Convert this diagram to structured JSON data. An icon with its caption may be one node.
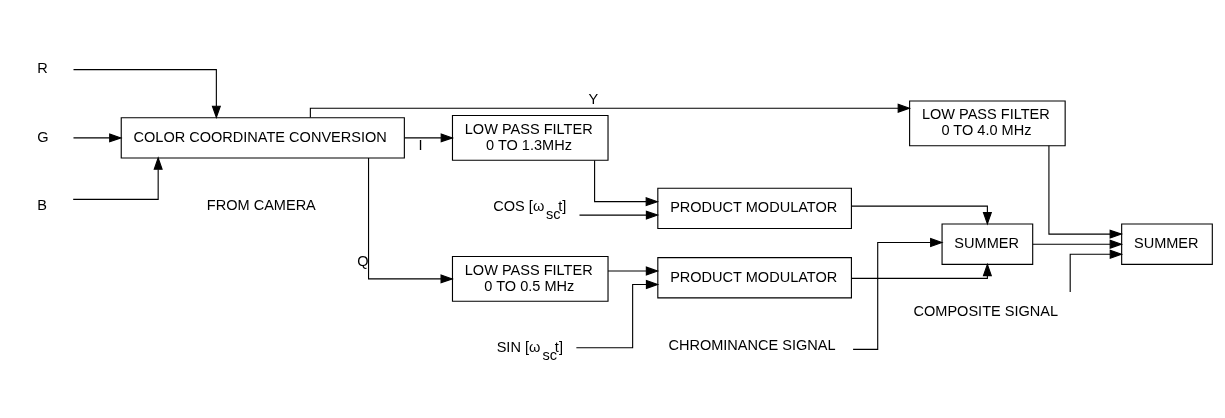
{
  "diagram": {
    "nodes": [
      {
        "text": [
          "R"
        ]
      },
      {
        "text": [
          "G"
        ]
      },
      {
        "text": [
          "B"
        ]
      },
      {
        "text": [
          "COLOR COORDINATE CONVERSION"
        ]
      },
      {
        "text": [
          "LOW PASS FILTER",
          "0 TO 4.0 MHz"
        ]
      },
      {
        "text": [
          "LOW PASS FILTER",
          "0 TO 1.3MHz"
        ]
      },
      {
        "text": [
          "LOW PASS FILTER",
          "0 TO 0.5 MHz"
        ]
      },
      {
        "text": [
          "COS [ω$_{sc}$t]"
        ]
      },
      {
        "text": [
          "PRODUCT MODULATOR"
        ]
      },
      {
        "text": [
          "PRODUCT MODULATOR"
        ]
      },
      {
        "text": [
          "SIN [ω$_{sc}$t]"
        ]
      },
      {
        "text": [
          "SUMMER"
        ]
      },
      {
        "text": [
          "SUMMER"
        ]
      },
      {
        "text": [
          "COMPOSITE SIGNAL"
        ]
      },
      {
        "text": [
          "CHROMINANCE SIGNAL"
        ]
      }
    ],
    "edges": [
      {
        "from": 0,
        "to": 3,
        "arrow": "to"
      },
      {
        "from": 1,
        "to": 3,
        "arrow": "to"
      },
      {
        "from": 2,
        "to": 3,
        "arrow": "to"
      },
      {
        "from": 3,
        "to": 4,
        "arrow": "to",
        "label": "Y"
      },
      {
        "from": 3,
        "to": 5,
        "arrow": "to",
        "label": "I"
      },
      {
        "from": 3,
        "to": 6,
        "arrow": "to",
        "label": "Q"
      },
      {
        "from": 4,
        "to": 12,
        "arrow": "to"
      },
      {
        "from": 5,
        "to": 8,
        "arrow": "to"
      },
      {
        "from": 6,
        "to": 9,
        "arrow": "to"
      },
      {
        "from": 7,
        "to": 8,
        "arrow": "to"
      },
      {
        "from": 10,
        "to": 9,
        "arrow": "to"
      },
      {
        "from": 8,
        "to": 11,
        "arrow": "to"
      },
      {
        "from": 9,
        "to": 11,
        "arrow": "to"
      },
      {
        "from": 11,
        "to": 12,
        "arrow": "to"
      },
      {
        "from": 13,
        "to": 12,
        "arrow": "to"
      },
      {
        "from": 14,
        "to": 11,
        "arrow": "to"
      }
    ],
    "labels": [
      "FROM CAMERA"
    ]
  }
}
